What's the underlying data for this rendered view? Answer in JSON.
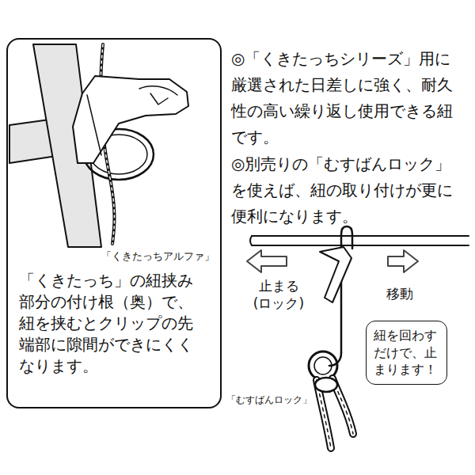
{
  "diagram": {
    "nodes": [
      {
        "text": [
          "「くきたっちアルファ」",
          "「くきたっち」の紐挟み部分の付け根（奥）で、紐を挟むとクリップの先端部に隙間ができにくくなります。"
        ]
      },
      {
        "text": [
          "紐を回わすだけで、止まります！"
        ]
      }
    ],
    "labels": [
      "◎「くきたっちシリーズ」用に厳選された日差しに強く、耐久性の高い繰り返し使用できる紐です。",
      "◎別売りの「むすばんロック」を使えば、紐の取り付けが更に便利になります。",
      "止まる(ロック)",
      "移動",
      "「むすばんロック」"
    ]
  }
}
